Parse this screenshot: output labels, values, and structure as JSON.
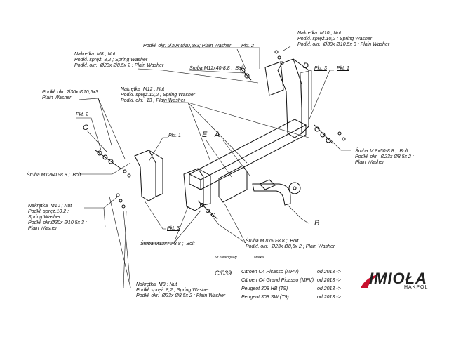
{
  "labels": {
    "washer_top": "Podkł. okr. Ø30x Ø10,5x3; Plain Washer",
    "pkt2_top": "Pkt. 2",
    "nut_m10_top": "Nakrętka  M10 ; Nut\nPodkł. spręż.10,2 ; Spring Washer\nPodkł. okr.  Ø30x Ø10,5x 3 ; Plain Washer",
    "nut_m8_left": "Nakrętka  M8 ; Nut\nPodkł. spręż. 8,2 ; Spring Washer\nPodkł. okr.  Ø23x Ø8,5x 2 ; Plain Washer",
    "bolt_m12x40_top": "Śruba M12x40-8.8 ;  Bolt",
    "letter_d": "D",
    "pkt3_top": "Pkt. 3",
    "pkt1_top": "Pkt. 1",
    "washer_left": "Podkł. okr. Ø30x Ø10,5x3\nPlain Washer",
    "nut_m12": "Nakrętka  M12 ; Nut\nPodkł. spręż.12,2 ; Spring Washer\nPodkł. okr.  13 ; Plain Washer",
    "pkt2_left": "Pkt. 2",
    "letter_c": "C",
    "pkt1_mid": "Pkt. 1",
    "letter_e": "E",
    "letter_a": "A",
    "bolt_m8x50_right": "Śruba M 8x50-8.8 ;  Bolt\nPodkł. okr.  Ø23x Ø8,5x 2 ;\nPlain Washer",
    "bolt_m12x40_left": "Śruba M12x40-8.8 ;  Bolt",
    "nut_m10_left": "Nakrętka  M10 ; Nut\nPodkł. spręż.10,2 ;\nSpring Washer\nPodkł. okr.Ø30x Ø10,5x 3 ;\nPlain Washer",
    "pkt3_mid": "Pkt. 3",
    "letter_b": "B",
    "bolt_m12x70": "Śruba M12x70-8.8 ;  Bolt",
    "bolt_m8x50_bottom": "Śruba M 8x50-8.8 ;  Bolt\nPodkł. okr.  Ø23x Ø8,5x 2 ; Plain Washer",
    "nut_m8_bottom": "Nakrętka  M8 ; Nut\nPodkł. spręż. 8,2 ; Spring Washer\nPodkł. okr.  Ø23x Ø8,5x 2 ; Plain Washer"
  },
  "table": {
    "catalog_header": "Nr katalogowy",
    "make_header": "Marka",
    "catalog_number": "C/039",
    "rows": [
      {
        "model": "Citroen C4 Picasso (MPV)",
        "year": "od  2013 ->"
      },
      {
        "model": "Citroen C4 Grand Picasso (MPV)",
        "year": "od  2013 ->"
      },
      {
        "model": "Peugeot 308 HB (T9)",
        "year": "od  2013 ->"
      },
      {
        "model": "Peugeot 308 SW (T9)",
        "year": "od  2013 ->"
      }
    ]
  },
  "logo": {
    "name": "IMIOŁA",
    "sub": "HAKPOL",
    "color": "#c8102e"
  }
}
